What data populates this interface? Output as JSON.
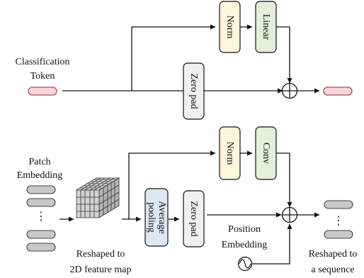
{
  "labels": {
    "cls_token_line1": "Classification",
    "cls_token_line2": "Token",
    "norm_top": "Norm",
    "linear": "Linear",
    "zero_pad_top": "Zero pad",
    "patch_line1": "Patch",
    "patch_line2": "Embedding",
    "norm_bottom": "Norm",
    "conv": "Conv",
    "avg_line1": "Average",
    "avg_line2": "pooling",
    "zero_pad_bottom": "Zero pad",
    "pos_line1": "Position",
    "pos_line2": "Embedding",
    "reshape2d_line1": "Reshaped to",
    "reshape2d_line2": "2D feature map",
    "reshape_seq_line1": "Reshaped to",
    "reshape_seq_line2": "a sequence"
  },
  "colors": {
    "token_red": "#f8d7dc",
    "token_red_stroke": "#b5485a",
    "norm_yellow": "#fdf6dc",
    "linear_green": "#e4f0d9",
    "avg_blue": "#dde8f5",
    "token_gray": "#c8c8c8"
  }
}
